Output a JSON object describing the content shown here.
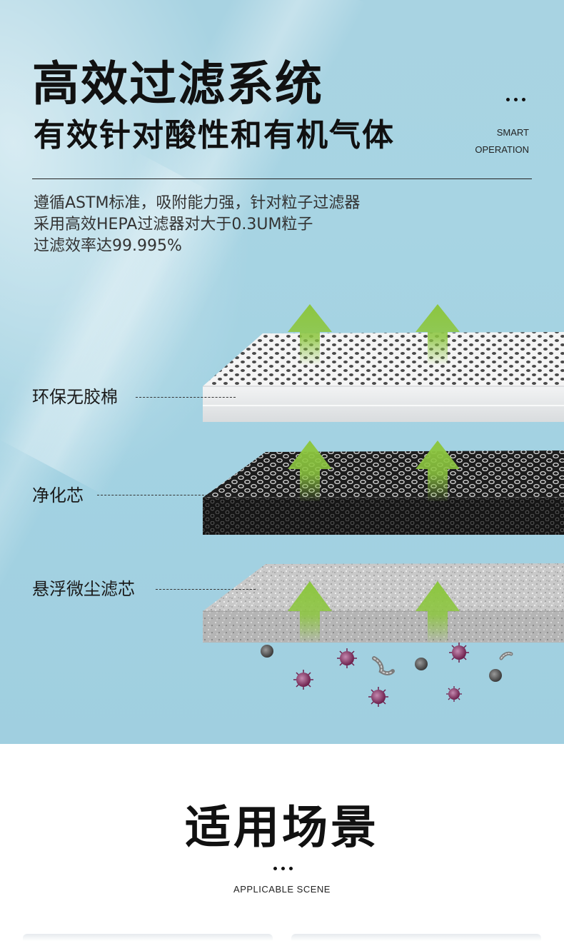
{
  "header": {
    "title": "高效过滤系统",
    "subtitle": "有效针对酸性和有机气体",
    "tag_line1": "SMART",
    "tag_line2": "OPERATION"
  },
  "description": {
    "line1": "遵循ASTM标准，吸附能力强，针对粒子过滤器",
    "line2": "采用高效HEPA过滤器对大于0.3UM粒子",
    "line3": "过滤效率达99.995%"
  },
  "layers": {
    "top_label": "环保无胶棉",
    "middle_label": "净化芯",
    "bottom_label": "悬浮微尘滤芯"
  },
  "scene": {
    "title": "适用场景",
    "subtitle": "APPLICABLE SCENE"
  },
  "colors": {
    "arrow_green": "#8cc63f",
    "background_blue": "#a7d4e3",
    "particle_purple": "#7a2a5a"
  }
}
